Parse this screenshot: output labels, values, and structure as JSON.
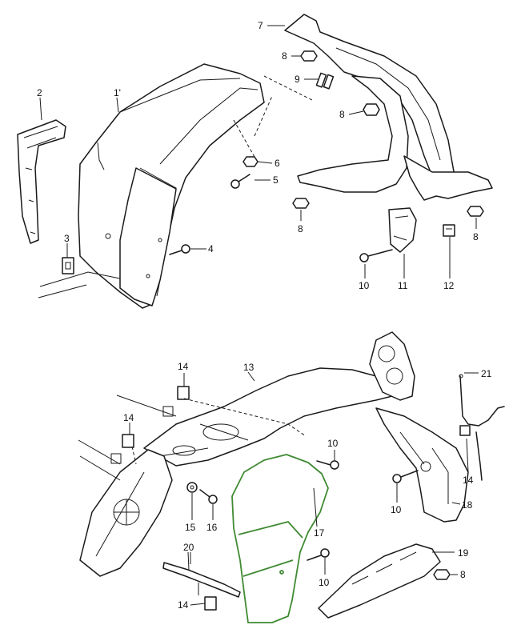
{
  "diagram": {
    "callouts": [
      {
        "id": "c2",
        "text": "2"
      },
      {
        "id": "c1p",
        "text": "1'"
      },
      {
        "id": "c3",
        "text": "3"
      },
      {
        "id": "c4",
        "text": "4"
      },
      {
        "id": "c5",
        "text": "5"
      },
      {
        "id": "c6",
        "text": "6"
      },
      {
        "id": "c7",
        "text": "7"
      },
      {
        "id": "c8a",
        "text": "8"
      },
      {
        "id": "c9",
        "text": "9"
      },
      {
        "id": "c8b",
        "text": "8"
      },
      {
        "id": "c8c",
        "text": "8"
      },
      {
        "id": "c8d",
        "text": "8"
      },
      {
        "id": "c10a",
        "text": "10"
      },
      {
        "id": "c11",
        "text": "11"
      },
      {
        "id": "c12",
        "text": "12"
      },
      {
        "id": "c13",
        "text": "13"
      },
      {
        "id": "c14a",
        "text": "14"
      },
      {
        "id": "c14b",
        "text": "14"
      },
      {
        "id": "c21",
        "text": "21"
      },
      {
        "id": "c10b",
        "text": "10"
      },
      {
        "id": "c14c",
        "text": "14"
      },
      {
        "id": "c10c",
        "text": "10"
      },
      {
        "id": "c18",
        "text": "18"
      },
      {
        "id": "c15",
        "text": "15"
      },
      {
        "id": "c16",
        "text": "16"
      },
      {
        "id": "c17",
        "text": "17"
      },
      {
        "id": "c20",
        "text": "20"
      },
      {
        "id": "c19",
        "text": "19"
      },
      {
        "id": "c8e",
        "text": "8"
      },
      {
        "id": "c10d",
        "text": "10"
      },
      {
        "id": "c14d",
        "text": "14"
      }
    ],
    "highlight_color": "#3f8a32",
    "line_color": "#1a1a1a"
  }
}
